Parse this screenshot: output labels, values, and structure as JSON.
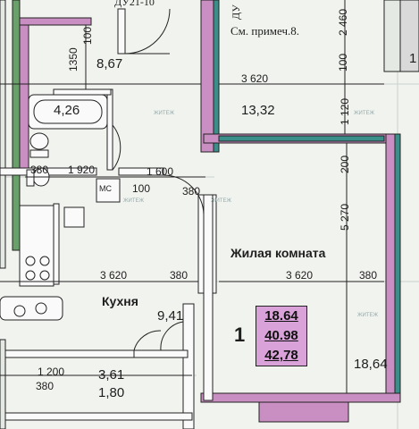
{
  "labels": {
    "door_code": "ДУ21-10",
    "door_code_v": "ДУ",
    "note": "См. примеч.8.",
    "d_1350": "1350",
    "d_100_top": "100",
    "d_2460": "2 460",
    "d_100_r": "100",
    "d_1120": "1 120",
    "d_200": "200",
    "d_5270": "5 270",
    "d_3620_top": "3 620",
    "d_380_left": "380",
    "d_1920": "1 920",
    "d_1600": "1 600",
    "d_100_mid": "100",
    "d_380_mid": "380",
    "d_3620_a": "3 620",
    "d_380_b": "380",
    "d_3620_b": "3 620",
    "d_380_c": "380",
    "d_1200": "1 200",
    "d_380_bl": "380",
    "mc": "МС",
    "digit_right_top": "1",
    "watermark": "ЖИТЕЖ"
  },
  "rooms": {
    "area_867": "8,67",
    "area_426": "4,26",
    "area_1332": "13,32",
    "living_name": "Жилая комната",
    "kitchen_name": "Кухня",
    "area_941": "9,41",
    "area_361": "3,61",
    "area_180": "1,80",
    "area_1864": "18,64"
  },
  "summary": {
    "rooms_count": "1",
    "living_area": "18.64",
    "total_area": "40.98",
    "total_with_balcony": "42,78"
  },
  "colors": {
    "wall_pink": "#c98fc3",
    "wall_teal": "#3a8f8a",
    "wall_green": "#6aa06a",
    "summary_fill": "#d9a3d9"
  }
}
